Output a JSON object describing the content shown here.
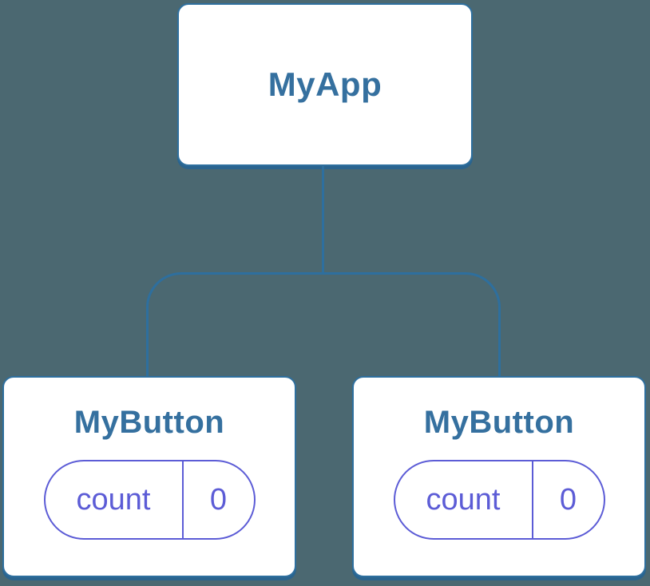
{
  "colors": {
    "background": "#4b6871",
    "node_fill": "#ffffff",
    "node_border": "#2e6f9e",
    "node_shadow": "#2a648f",
    "heading_text": "#35709f",
    "state_accent": "#5c5cd6"
  },
  "tree": {
    "root": {
      "label": "MyApp"
    },
    "children": [
      {
        "label": "MyButton",
        "state": {
          "key": "count",
          "value": "0"
        }
      },
      {
        "label": "MyButton",
        "state": {
          "key": "count",
          "value": "0"
        }
      }
    ]
  }
}
